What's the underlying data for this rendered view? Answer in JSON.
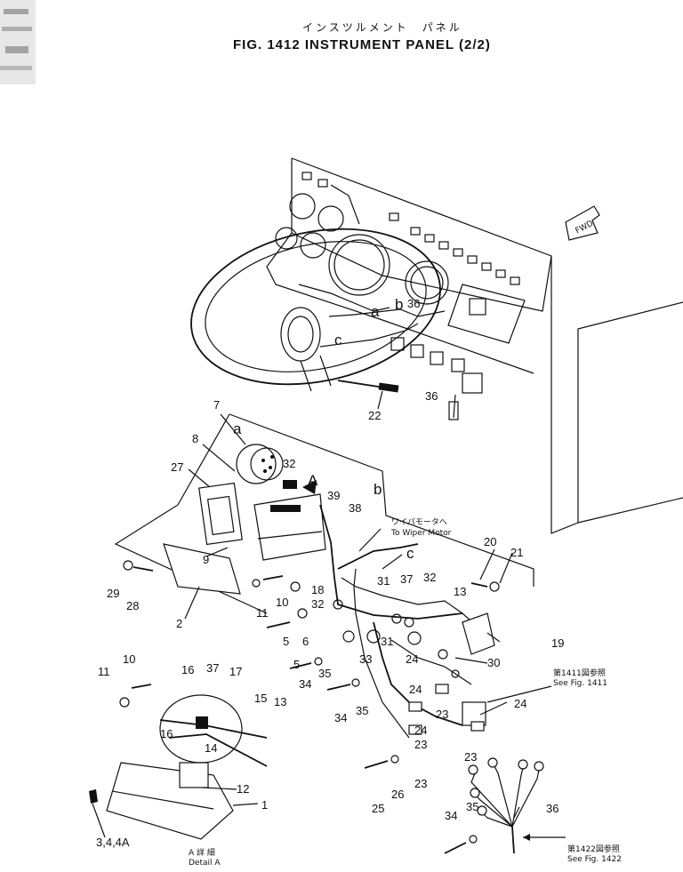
{
  "header": {
    "title_jp": "インスツルメント　パネル",
    "title": "FIG. 1412  INSTRUMENT  PANEL  (2/2)"
  },
  "direction_marker": "FWD",
  "callout_letters": [
    "a",
    "b",
    "c",
    "A"
  ],
  "part_numbers": {
    "p1": "1",
    "p2": "2",
    "p3_4_4a": "3,4,4A",
    "p5": "5",
    "p6": "6",
    "p7": "7",
    "p8": "8",
    "p9": "9",
    "p10a": "10",
    "p10b": "10",
    "p11a": "11",
    "p11b": "11",
    "p12": "12",
    "p13a": "13",
    "p13b": "13",
    "p14": "14",
    "p15": "15",
    "p16a": "16",
    "p16b": "16",
    "p17": "17",
    "p18": "18",
    "p19": "19",
    "p20": "20",
    "p21": "21",
    "p22": "22",
    "p23a": "23",
    "p23b": "23",
    "p23c": "23",
    "p23d": "23",
    "p24a": "24",
    "p24b": "24",
    "p24c": "24",
    "p25": "25",
    "p26": "26",
    "p27": "27",
    "p28": "28",
    "p29": "29",
    "p30": "30",
    "p31a": "31",
    "p31b": "31",
    "p32a": "32",
    "p32b": "32",
    "p32c": "32",
    "p33": "33",
    "p34a": "34",
    "p34b": "34",
    "p34c": "34",
    "p35a": "35",
    "p35b": "35",
    "p35c": "35",
    "p36a": "36",
    "p36b": "36",
    "p36c": "36",
    "p37a": "37",
    "p37b": "37",
    "p38": "38",
    "p39": "39"
  },
  "notes": {
    "wiper_jp": "ワイパモータへ",
    "wiper_en": "To Wiper Motor",
    "fig1411_jp": "第1411図参照",
    "fig1411_en": "See Fig. 1411",
    "fig1422_jp": "第1422図参照",
    "fig1422_en": "See Fig. 1422",
    "detail_jp": "A 詳 細",
    "detail_en": "Detail A"
  }
}
